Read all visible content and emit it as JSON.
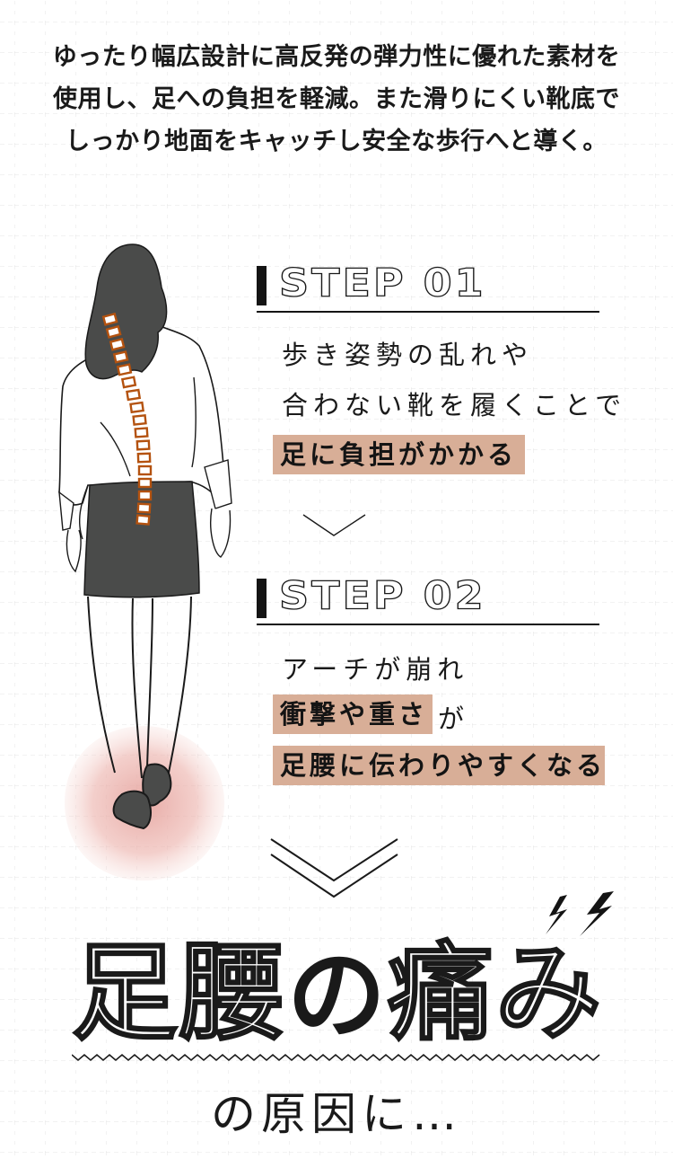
{
  "intro": {
    "lines": [
      "ゆったり幅広設計に高反発の弾力性に優れた素材を",
      "使用し、足への負担を軽減。また滑りにくい靴底で",
      "しっかり地面をキャッチし安全な歩行へと導く。"
    ]
  },
  "steps": [
    {
      "label": "STEP 01",
      "lines": [
        "歩き姿勢の乱れや",
        "合わない靴を履くことで"
      ],
      "highlight": "足に負担がかかる"
    },
    {
      "label": "STEP 02",
      "lines": [
        "アーチが崩れ"
      ],
      "highlight_1": "衝撃や重さ",
      "after_highlight_1": "が",
      "highlight_2": "足腰に伝わりやすくなる"
    }
  ],
  "headline": {
    "part1": "足腰",
    "part2": "の",
    "part3": "痛み",
    "sub": "の原因に…"
  },
  "icons": {
    "step_divider": "chevron-down-icon",
    "result_divider": "double-chevron-down-icon",
    "pain_mark": "lightning-icon"
  },
  "colors": {
    "highlight": "#D8AE97",
    "spine": "#B4520F",
    "hair_skirt": "#4A4B4A",
    "pain_glow": "#E8A6A0"
  }
}
